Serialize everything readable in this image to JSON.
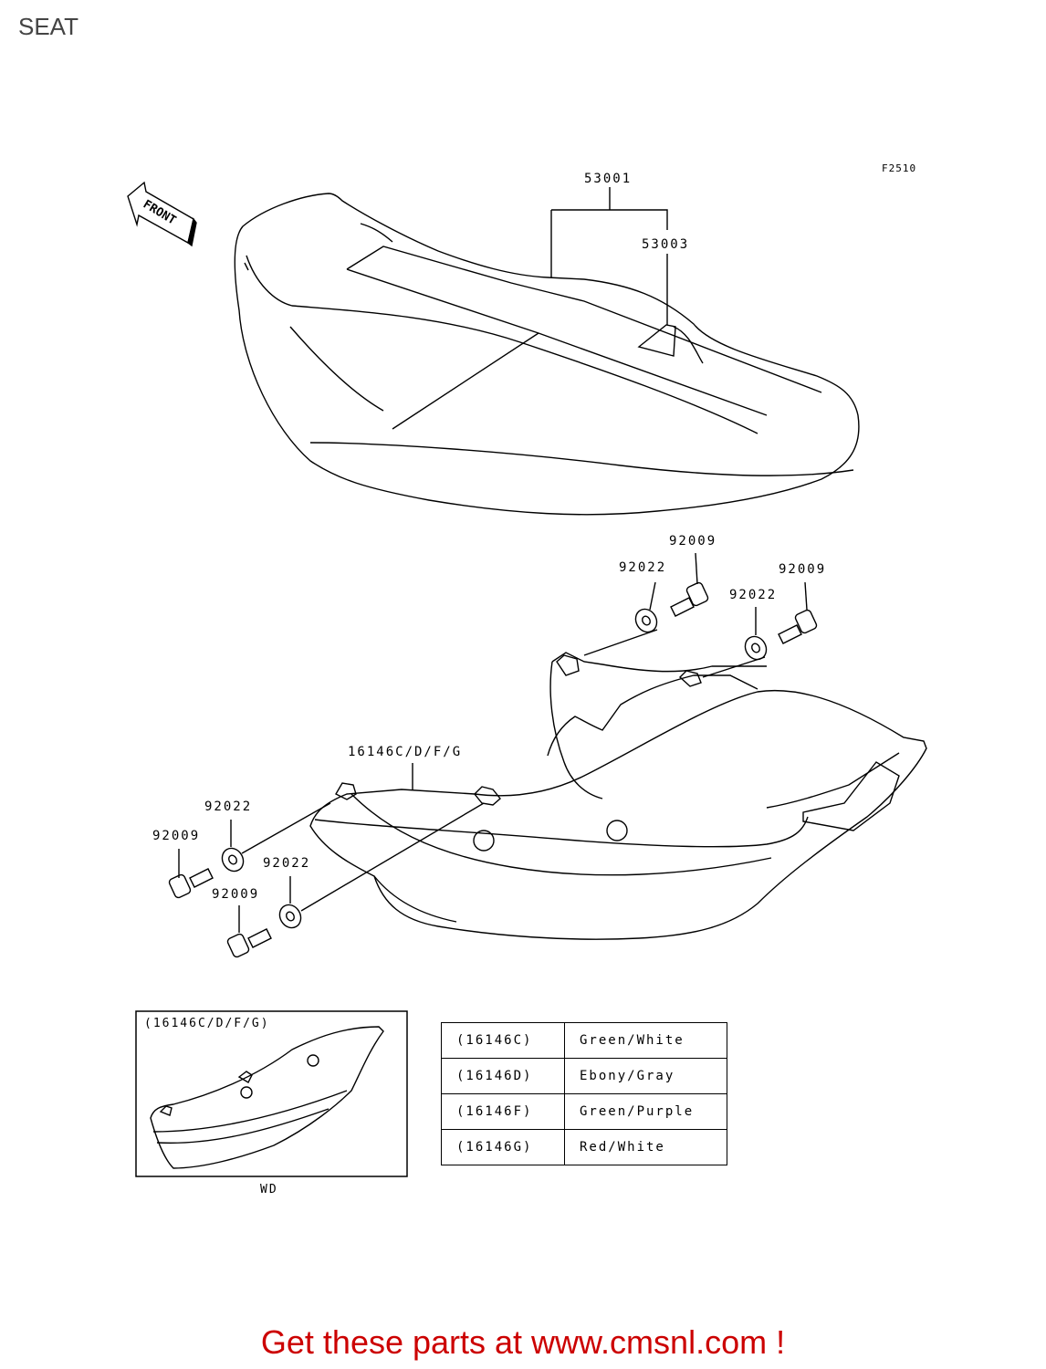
{
  "page": {
    "title": "SEAT",
    "figure_code": "F2510"
  },
  "front_marker": {
    "label": "FRONT"
  },
  "callouts": [
    {
      "id": "seat-assembly",
      "code": "53001"
    },
    {
      "id": "seat-label",
      "code": "53003"
    },
    {
      "id": "bolt-upper-left",
      "code": "92009"
    },
    {
      "id": "washer-upper-left",
      "code": "92022"
    },
    {
      "id": "bolt-upper-right",
      "code": "92009"
    },
    {
      "id": "washer-upper-right",
      "code": "92022"
    },
    {
      "id": "side-cover",
      "code": "16146C/D/F/G"
    },
    {
      "id": "washer-lower-left",
      "code": "92022"
    },
    {
      "id": "bolt-lower-left",
      "code": "92009"
    },
    {
      "id": "washer-lower-mid",
      "code": "92022"
    },
    {
      "id": "bolt-lower-mid",
      "code": "92009"
    }
  ],
  "inset": {
    "label": "(16146C/D/F/G)",
    "caption": "WD"
  },
  "color_table": [
    {
      "part": "(16146C)",
      "color": "Green/White"
    },
    {
      "part": "(16146D)",
      "color": "Ebony/Gray"
    },
    {
      "part": "(16146F)",
      "color": "Green/Purple"
    },
    {
      "part": "(16146G)",
      "color": "Red/White"
    }
  ],
  "footer": {
    "cta": "Get these parts at www.cmsnl.com !"
  },
  "colors": {
    "cta": "#cc0000",
    "line": "#000000"
  }
}
